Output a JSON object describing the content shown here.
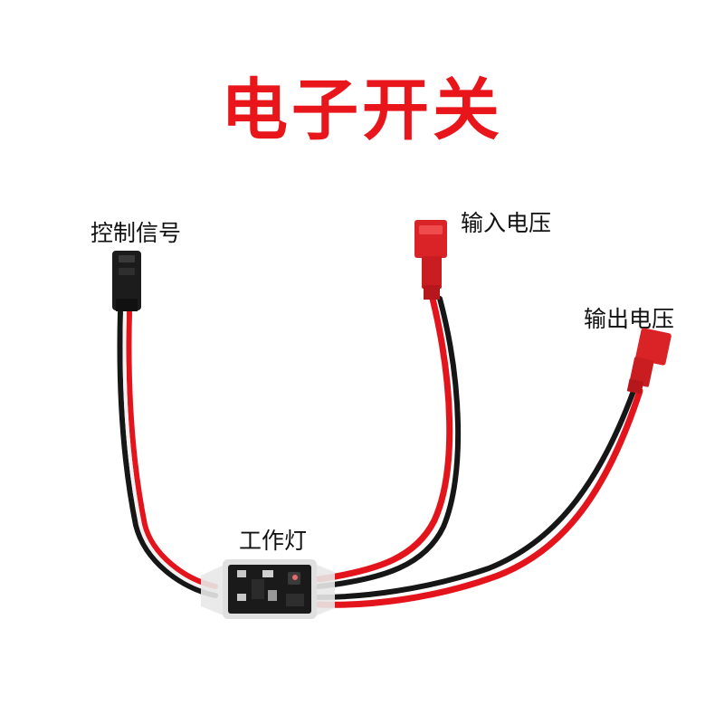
{
  "title": "电子开关",
  "labels": {
    "control_signal": "控制信号",
    "input_voltage": "输入电压",
    "output_voltage": "输出电压",
    "work_light": "工作灯"
  },
  "colors": {
    "title": "#e8161b",
    "wire_red": "#e3141c",
    "wire_black": "#161616",
    "connector_red": "#d92326",
    "connector_black": "#1c1c1c",
    "pcb": "#1a1a1a",
    "heatshrink": "#e8e8e8"
  }
}
